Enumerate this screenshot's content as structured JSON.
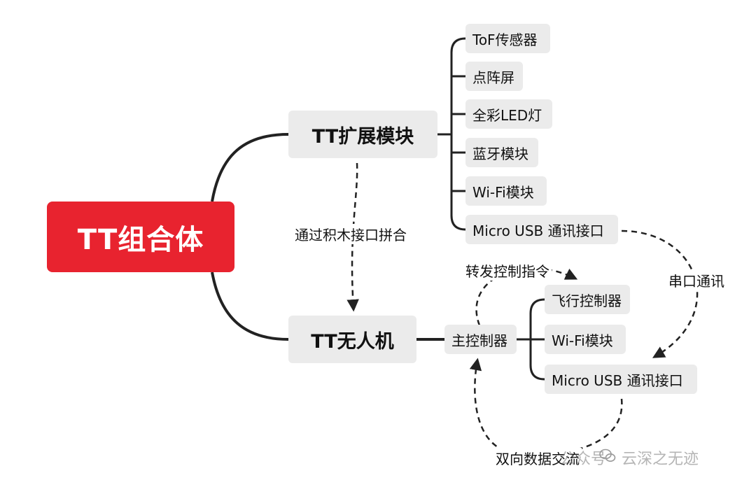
{
  "colors": {
    "root_fill": "#e8232f",
    "node_fill": "#ebebeb",
    "line": "#222222",
    "watermark": "#8a8a8a"
  },
  "root": {
    "label": "TT组合体"
  },
  "extension": {
    "label": "TT扩展模块",
    "items": [
      "ToF传感器",
      "点阵屏",
      "全彩LED灯",
      "蓝牙模块",
      "Wi-Fi模块",
      "Micro USB 通讯接口"
    ]
  },
  "drone": {
    "label": "TT无人机",
    "controller": "主控制器",
    "items": [
      "飞行控制器",
      "Wi-Fi模块",
      "Micro USB 通讯接口"
    ]
  },
  "edges": {
    "assembly": "通过积木接口拼合",
    "forward": "转发控制指令",
    "serial": "串口通讯",
    "bidirectional": "双向数据交流"
  },
  "watermark": {
    "left": "公众号",
    "right": "云深之无迹",
    "icon": "wechat-icon"
  }
}
